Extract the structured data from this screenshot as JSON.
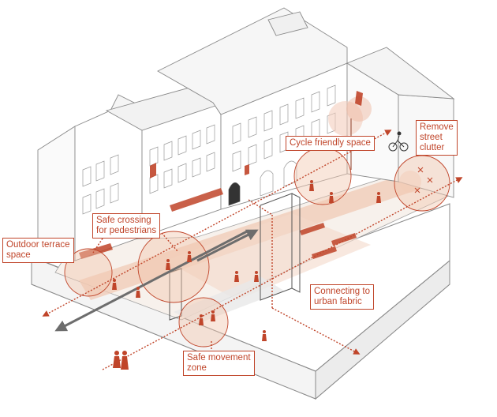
{
  "annotations": {
    "cycle": "Cycle friendly space",
    "remove": "Remove\nstreet\nclutter",
    "crossing": "Safe crossing\nfor pedestrians",
    "terrace": "Outdoor terrace\nspace",
    "connecting": "Connecting to\nurban fabric",
    "movement": "Safe movement\nzone"
  },
  "colors": {
    "accent": "#c0452a",
    "highlight_fill": "#f2c7b0",
    "lane": "#e9b69e",
    "line": "#8a8a8a"
  }
}
